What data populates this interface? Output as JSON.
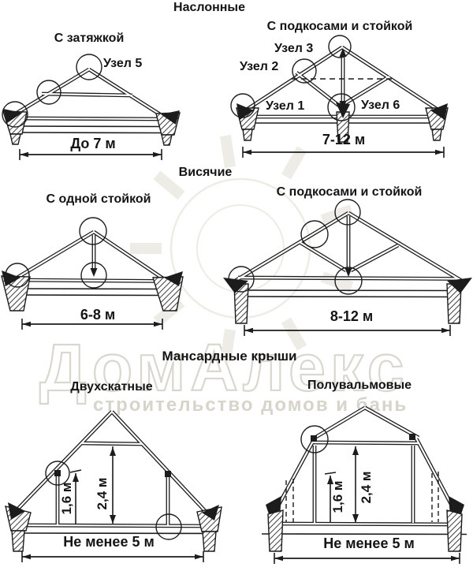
{
  "page": {
    "background": "#ffffff",
    "ink": "#1c1c1c",
    "watermark_color": "#d9d7cf"
  },
  "watermark": {
    "brand": "ДомАлекс",
    "tagline": "строительство домов и бань"
  },
  "sections": [
    {
      "title": "Наслонные",
      "diagrams": [
        {
          "title": "С затяжкой",
          "span_label": "До 7 м",
          "node_labels": [
            "Узел 5"
          ]
        },
        {
          "title": "С подкосами и стойкой",
          "span_label": "7-12 м",
          "node_labels": [
            "Узел 3",
            "Узел 2",
            "Узел 1",
            "Узел 6"
          ]
        }
      ]
    },
    {
      "title": "Висячие",
      "diagrams": [
        {
          "title": "С одной стойкой",
          "span_label": "6-8 м",
          "node_labels": []
        },
        {
          "title": "С подкосами и стойкой",
          "span_label": "8-12 м",
          "node_labels": []
        }
      ]
    },
    {
      "title": "Мансардные крыши",
      "diagrams": [
        {
          "title": "Двухскатные",
          "span_label": "Не менее 5 м",
          "height_labels": [
            "1,6 м",
            "2,4 м"
          ]
        },
        {
          "title": "Полувальмовые",
          "span_label": "Не менее 5 м",
          "height_labels": [
            "1,6 м",
            "2,4 м"
          ]
        }
      ]
    }
  ]
}
